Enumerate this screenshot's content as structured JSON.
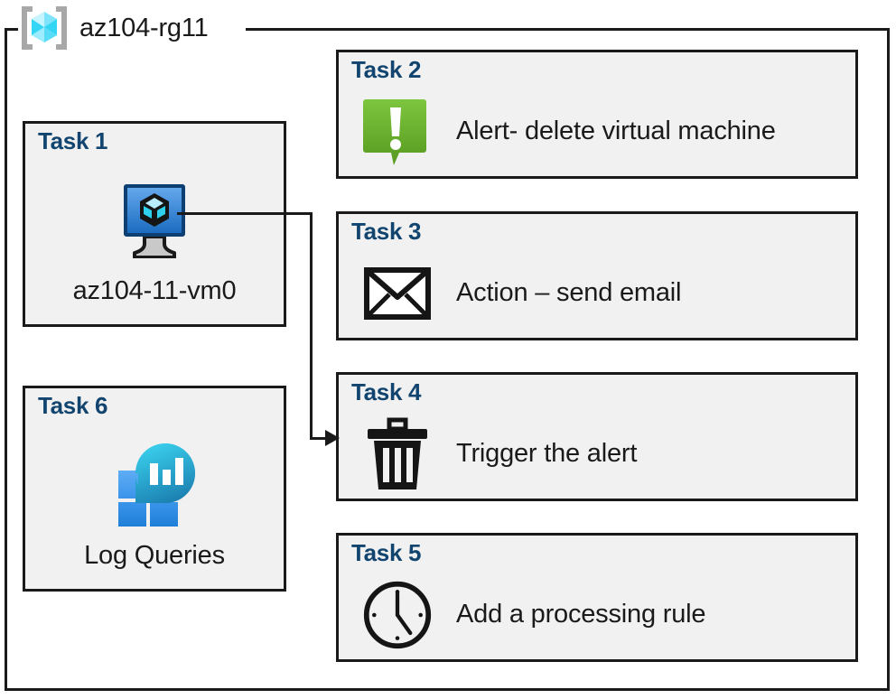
{
  "resource_group": {
    "icon": "resource-group-cube-icon",
    "label": "az104-rg11"
  },
  "colors": {
    "task_title": "#11446e",
    "box_fill": "#f1f1f1",
    "box_border": "#1a1a1a",
    "alert_green_light": "#76c23a",
    "alert_green_dark": "#5d9c27",
    "vm_blue_light": "#5aa0e8",
    "vm_blue_dark": "#1b6cc0",
    "log_cyan": "#32c8e6",
    "log_teal": "#1f86b4",
    "log_blue_light": "#51a2ef",
    "log_blue_dark": "#2387e0",
    "rg_cube_light": "#a8eaff",
    "rg_cube_mid": "#35d6f5",
    "rg_bracket": "#a8a8a8"
  },
  "tasks": [
    {
      "id": "task-1",
      "title": "Task 1",
      "caption": "az104-11-vm0",
      "icon": "virtual-machine-icon",
      "column": "left"
    },
    {
      "id": "task-2",
      "title": "Task 2",
      "caption": "Alert- delete virtual machine",
      "icon": "alert-speech-bubble-icon",
      "column": "right"
    },
    {
      "id": "task-3",
      "title": "Task 3",
      "caption": "Action – send email",
      "icon": "envelope-icon",
      "column": "right"
    },
    {
      "id": "task-4",
      "title": "Task 4",
      "caption": "Trigger the alert",
      "icon": "trash-delete-icon",
      "column": "right"
    },
    {
      "id": "task-5",
      "title": "Task 5",
      "caption": "Add a processing rule",
      "icon": "clock-icon",
      "column": "right"
    },
    {
      "id": "task-6",
      "title": "Task 6",
      "caption": "Log Queries",
      "icon": "log-analytics-icon",
      "column": "left"
    }
  ],
  "connector": {
    "from": "task-1",
    "to": "task-4",
    "arrow": "arrow-right"
  }
}
